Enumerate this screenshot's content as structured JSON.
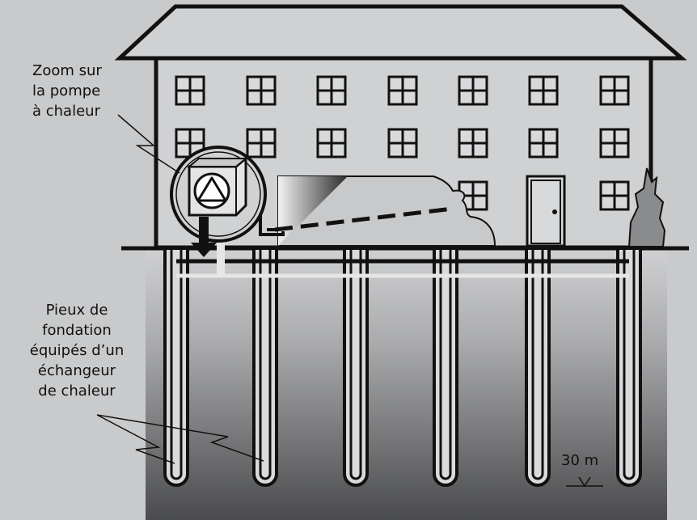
{
  "labels": {
    "heat_pump_zoom": [
      "Zoom sur",
      "la pompe",
      "à chaleur"
    ],
    "foundation_piles": [
      "Pieux de",
      "fondation",
      "équipés d’un",
      "échangeur",
      "de chaleur"
    ],
    "depth": "30 m"
  },
  "colors": {
    "background": "#c9cacc",
    "ground_top": "#cfd0d2",
    "ground_bottom": "#4a4b4d",
    "outline": "#111111",
    "loop_pipe": "#e6e6e6",
    "shrub": "#8a8b8d"
  },
  "icons": [
    "heat-pump-icon",
    "door-icon",
    "window-icon",
    "shrub-icon",
    "depth-marker-icon"
  ]
}
